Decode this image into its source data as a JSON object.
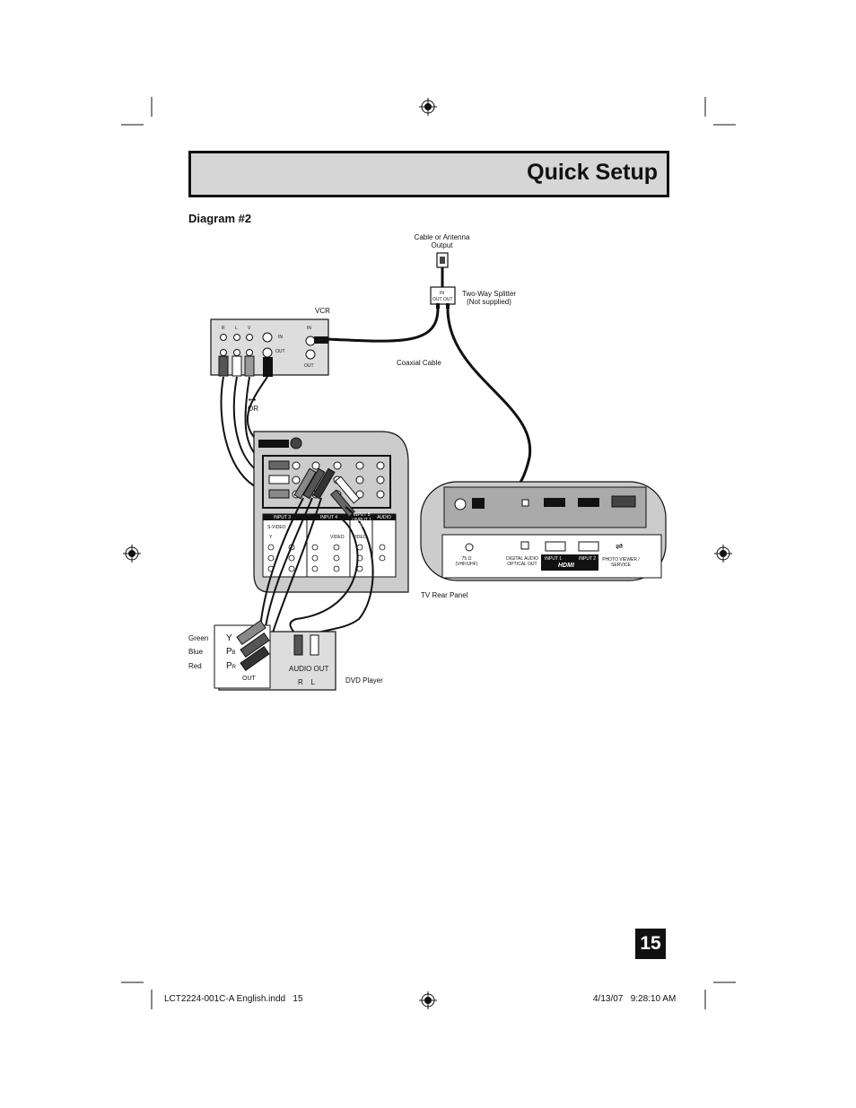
{
  "header": {
    "title": "Quick Setup"
  },
  "diagram": {
    "title": "Diagram #2",
    "cable_source": "Cable or Antenna\nOutput",
    "splitter": {
      "label": "Two-Way Splitter\n(Not supplied)",
      "in": "IN",
      "out1": "OUT",
      "out2": "OUT"
    },
    "coax_label": "Coaxial Cable",
    "vcr": {
      "label": "VCR",
      "jacks": [
        "R",
        "L",
        "V"
      ],
      "in": "IN",
      "out": "OUT",
      "antenna_in": "IN",
      "antenna_out": "OUT"
    },
    "or_label": "OR",
    "dvd": {
      "label": "DVD Player",
      "y": "Y",
      "pb": "P",
      "pb_sub": "B",
      "pr": "P",
      "pr_sub": "R",
      "out": "OUT",
      "audio_out": "AUDIO OUT",
      "rl": "R    L"
    },
    "wire_colors": {
      "green": "Green",
      "blue": "Blue",
      "red": "Red"
    },
    "tv_panel_label": "TV Rear Panel",
    "tv_rear": {
      "input3": "INPUT 3",
      "input4": "INPUT 4",
      "input5": "INPUT 5\n/ INPUT 1\nAUD IO",
      "audio_out": "AUDIO\nOUT",
      "svideo": "S-VIDEO",
      "y": "Y",
      "video": "VIDEO",
      "video2": "VIDEO",
      "ohm": "75 Ω\n(VHF/UHF)",
      "digital": "DIGITAL AUDIO\nOPTICAL OUT",
      "hdmi1": "INPUT 1",
      "hdmi2": "INPUT 2",
      "hdmi_logo": "HDMI",
      "photo": "PHOTO VIEWER /\nSERVICE"
    }
  },
  "page_number": "15",
  "footer": {
    "file": "LCT2224-001C-A English.indd   15",
    "date": "4/13/07   9:28:10 AM"
  }
}
